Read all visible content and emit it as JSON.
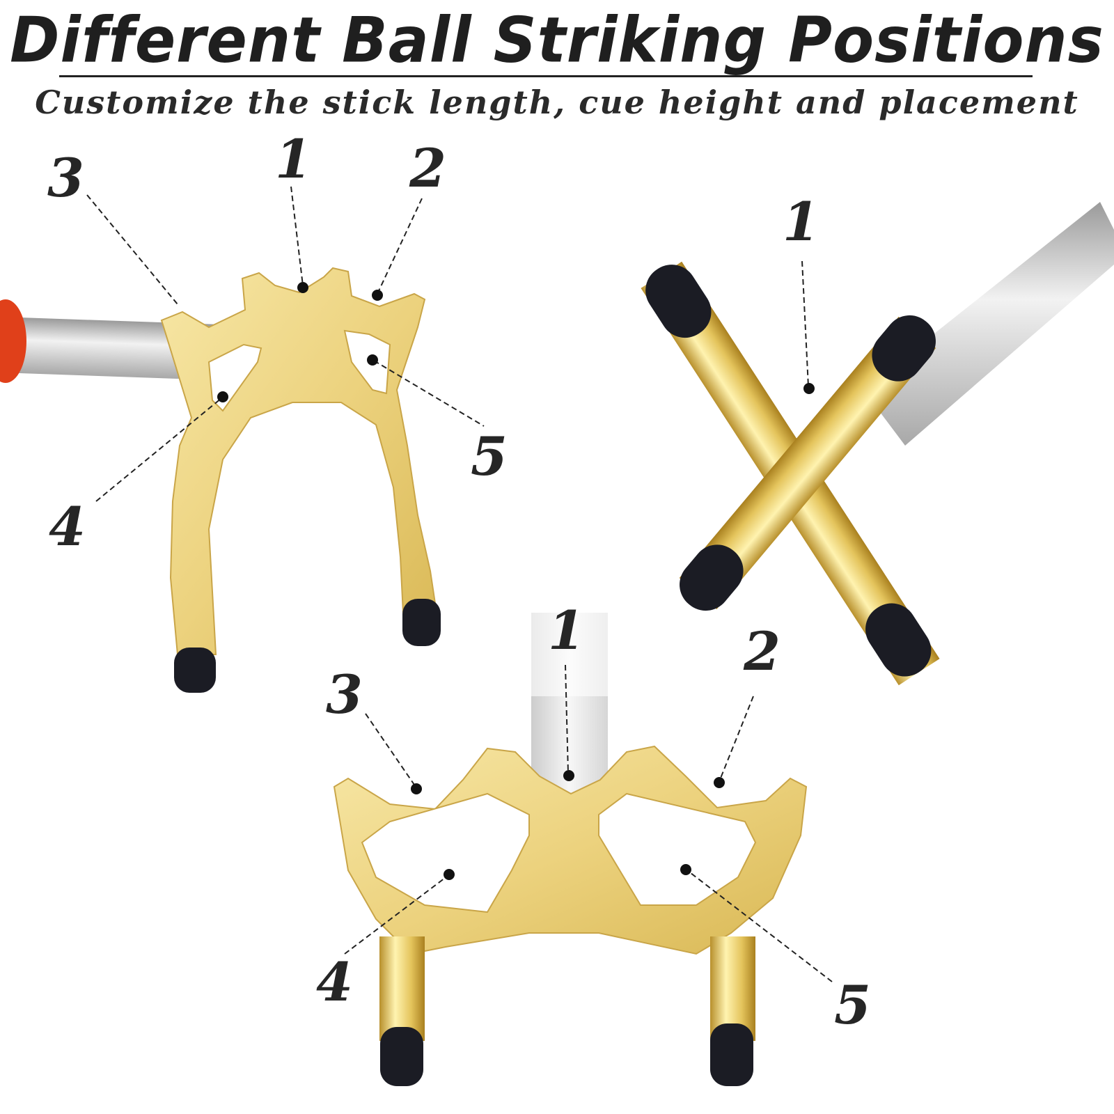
{
  "header": {
    "title": "Different Ball Striking Positions",
    "subtitle": "Customize the stick length, cue height and placement"
  },
  "spider_bridge_labels": [
    "1",
    "2",
    "3",
    "4",
    "5"
  ],
  "cross_bridge_labels": [
    "1"
  ],
  "swan_bridge_labels": [
    "1",
    "2",
    "3",
    "4",
    "5"
  ],
  "colors": {
    "gold": "#e9cf7a",
    "silver": "#c9c9c9",
    "cap": "#1b1c24",
    "text": "#262626"
  }
}
